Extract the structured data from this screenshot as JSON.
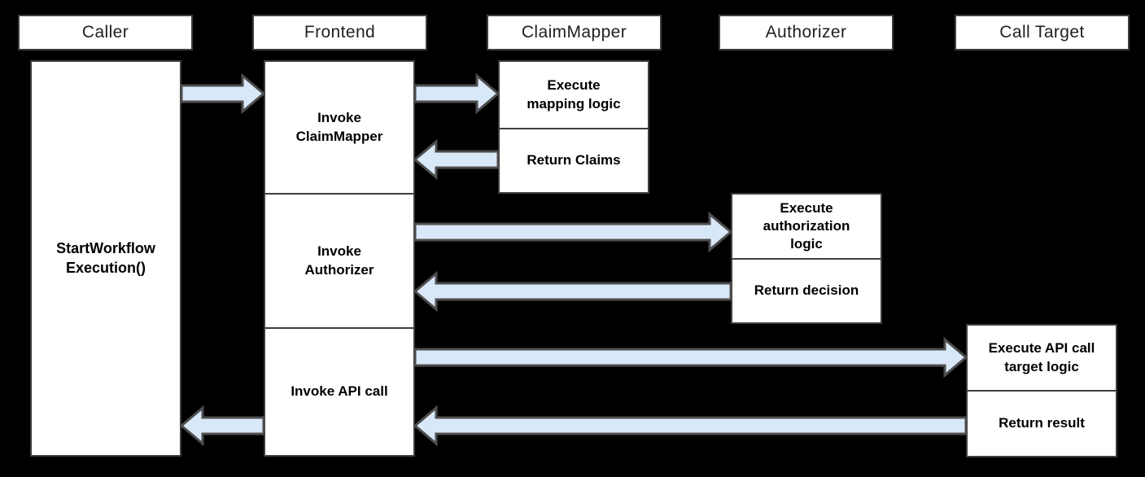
{
  "diagram": {
    "type": "sequence-diagram",
    "columns": [
      {
        "id": "caller",
        "label": "Caller"
      },
      {
        "id": "frontend",
        "label": "Frontend"
      },
      {
        "id": "claimmapper",
        "label": "ClaimMapper"
      },
      {
        "id": "authorizer",
        "label": "Authorizer"
      },
      {
        "id": "calltarget",
        "label": "Call Target"
      }
    ],
    "boxes": {
      "caller": {
        "label": "StartWorkflow Execution()"
      },
      "frontend": {
        "segments": [
          "Invoke ClaimMapper",
          "Invoke Authorizer",
          "Invoke API call"
        ]
      },
      "claimmapper": {
        "segments": [
          "Execute mapping logic",
          "Return Claims"
        ]
      },
      "authorizer": {
        "segments": [
          "Execute authorization logic",
          "Return decision"
        ]
      },
      "calltarget": {
        "segments": [
          "Execute API call target logic",
          "Return result"
        ]
      }
    },
    "messages": [
      {
        "from": "caller",
        "to": "frontend"
      },
      {
        "from": "frontend",
        "to": "claimmapper"
      },
      {
        "from": "claimmapper",
        "to": "frontend"
      },
      {
        "from": "frontend",
        "to": "authorizer"
      },
      {
        "from": "authorizer",
        "to": "frontend"
      },
      {
        "from": "frontend",
        "to": "calltarget"
      },
      {
        "from": "calltarget",
        "to": "frontend"
      },
      {
        "from": "frontend",
        "to": "caller"
      }
    ],
    "colors": {
      "background": "#000000",
      "box_fill": "#ffffff",
      "box_border": "#3e3e3e",
      "arrow_fill": "#d9e8f8",
      "arrow_stroke": "#4d4d4d",
      "header_text": "#212121",
      "label_text": "#000000"
    }
  }
}
